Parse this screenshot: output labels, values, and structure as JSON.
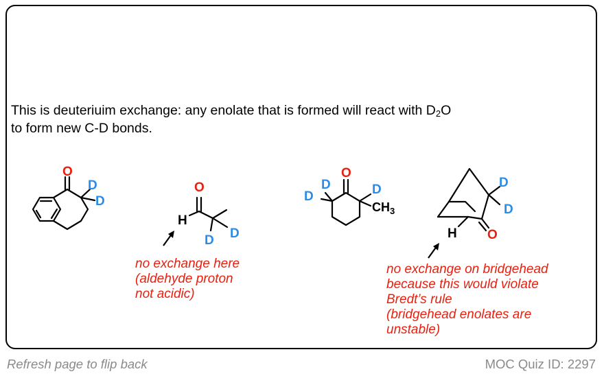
{
  "card": {
    "explanation_line1_pre": "This is deuteriuim exchange: any enolate that is formed will react with D",
    "explanation_sub": "2",
    "explanation_line1_post": "O",
    "explanation_line2": "to form new C-D bonds."
  },
  "molecules": {
    "tetralone": {
      "o": "O",
      "d1": "D",
      "d2": "D"
    },
    "propanal": {
      "o": "O",
      "h": "H",
      "d1": "D",
      "d2": "D"
    },
    "methylcyclohexanone": {
      "o": "O",
      "d1": "D",
      "d2": "D",
      "d3": "D",
      "ch3_main": "CH",
      "ch3_sub": "3"
    },
    "bicyclic": {
      "o": "O",
      "h": "H",
      "d1": "D",
      "d2": "D"
    }
  },
  "notes": {
    "aldehyde": [
      "no exchange here",
      "(aldehyde proton",
      "not acidic)"
    ],
    "bridgehead": [
      "no exchange on bridgehead",
      "because this would violate",
      "Bredt’s rule",
      "(bridgehead enolates are",
      "unstable)"
    ]
  },
  "colors": {
    "oxygen": "#e8200f",
    "deuterium": "#2a8ce8",
    "note": "#e8200f",
    "footer": "#8a8a8a"
  },
  "footer": {
    "refresh_text": "Refresh page to flip back",
    "quiz_id": "MOC Quiz ID: 2297"
  }
}
